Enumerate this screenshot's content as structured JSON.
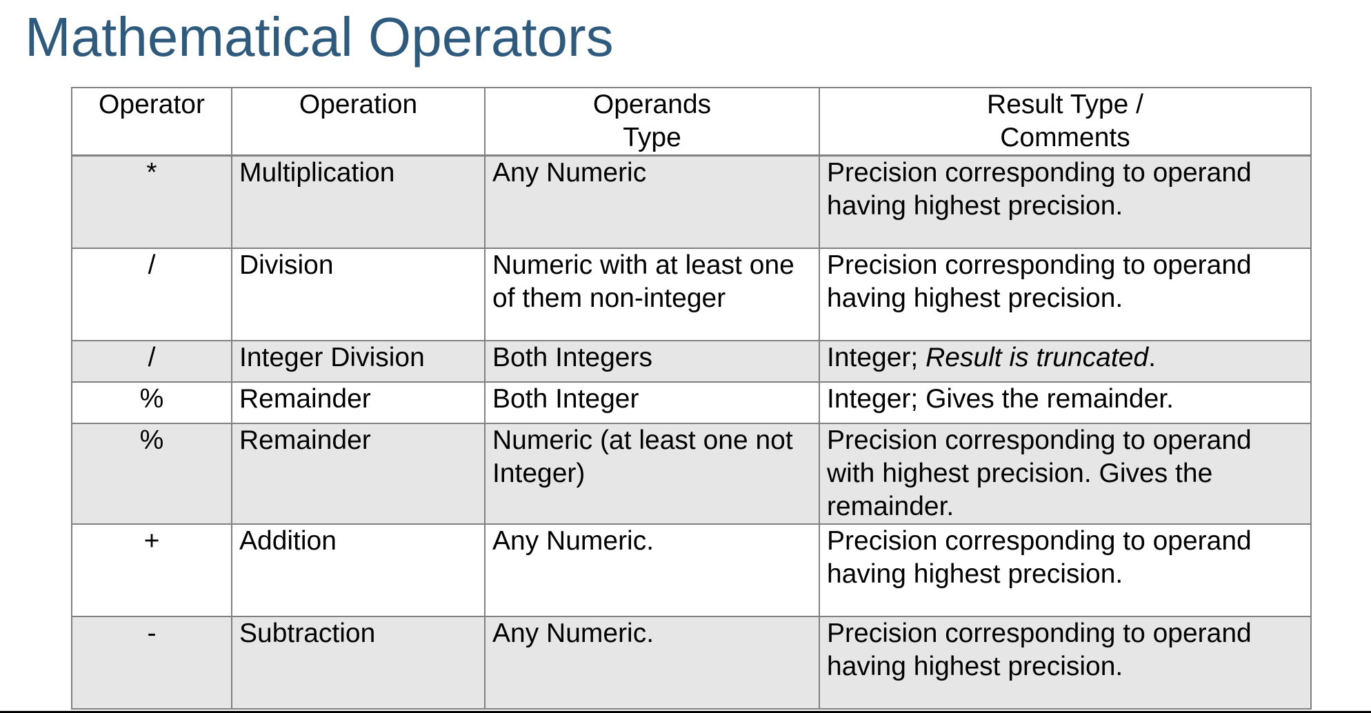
{
  "title": "Mathematical Operators",
  "table": {
    "headers": {
      "operator": "Operator",
      "operation": "Operation",
      "operands_line1": "Operands",
      "operands_line2": "Type",
      "result_line1": "Result Type /",
      "result_line2": "Comments"
    },
    "rows": [
      {
        "operator": "*",
        "operation": "Multiplication",
        "operands": "Any Numeric",
        "result": "Precision corresponding to operand having highest precision."
      },
      {
        "operator": "/",
        "operation": "Division",
        "operands": "Numeric with at least one of them non-integer",
        "result": "Precision corresponding to operand having highest precision."
      },
      {
        "operator": "/",
        "operation": "Integer Division",
        "operands": "Both Integers",
        "result_prefix": "Integer; ",
        "result_italic": "Result is truncated",
        "result_suffix": "."
      },
      {
        "operator": "%",
        "operation": "Remainder",
        "operands": "Both Integer",
        "result": "Integer; Gives the remainder."
      },
      {
        "operator": "%",
        "operation": "Remainder",
        "operands": "Numeric (at least one not Integer)",
        "result": "Precision corresponding to operand with highest precision. Gives the remainder."
      },
      {
        "operator": "+",
        "operation": "Addition",
        "operands": "Any Numeric.",
        "result": "Precision corresponding to operand having highest precision."
      },
      {
        "operator": "-",
        "operation": "Subtraction",
        "operands": "Any Numeric.",
        "result": "Precision corresponding to operand having highest precision."
      }
    ]
  },
  "colors": {
    "title": "#2e5a7e",
    "shaded_row": "#e6e6e6",
    "border": "#808080"
  }
}
